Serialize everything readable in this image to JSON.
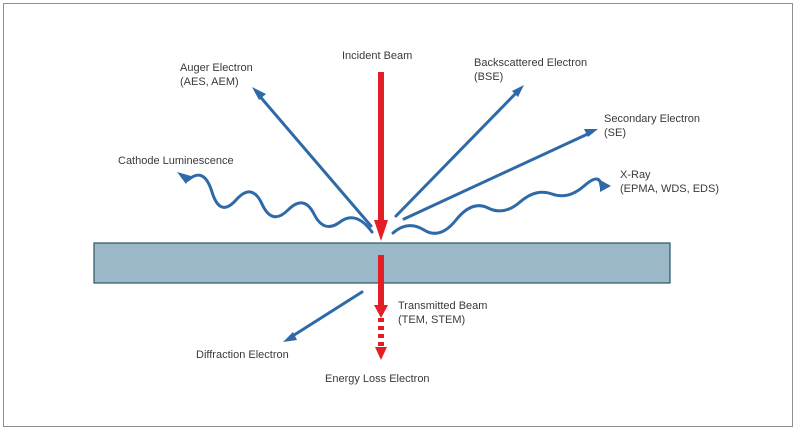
{
  "diagram": {
    "incident_beam": "Incident Beam",
    "auger": {
      "line1": "Auger Electron",
      "line2": "(AES, AEM)"
    },
    "backscattered": {
      "line1": "Backscattered Electron",
      "line2": "(BSE)"
    },
    "secondary": {
      "line1": "Secondary Electron",
      "line2": "(SE)"
    },
    "cathode": "Cathode Luminescence",
    "xray": {
      "line1": "X-Ray",
      "line2": "(EPMA, WDS, EDS)"
    },
    "transmitted": {
      "line1": "Transmitted Beam",
      "line2": "(TEM, STEM)"
    },
    "diffraction": "Diffraction Electron",
    "energy_loss": "Energy Loss Electron"
  },
  "colors": {
    "incident": "#e31e24",
    "signal": "#2f6aa8",
    "specimen": "#9ab8c7",
    "specimen_border": "#2c5566",
    "frame": "#8e8e8e",
    "text": "#3a3a3a"
  }
}
